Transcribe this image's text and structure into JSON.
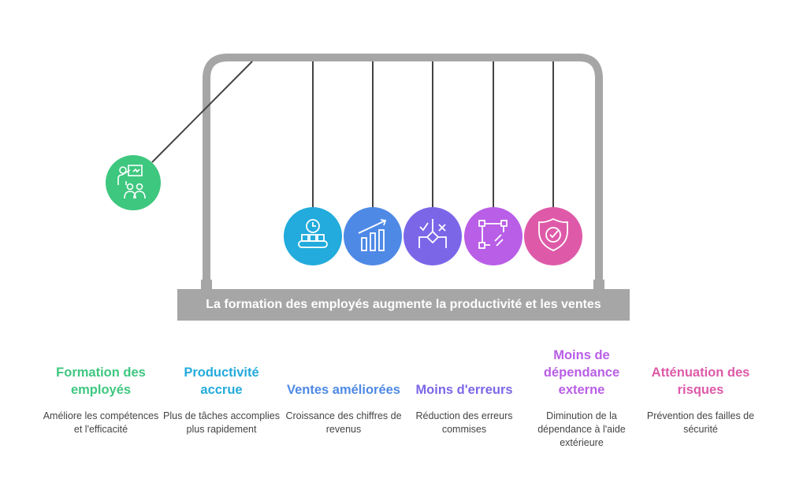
{
  "title": "La formation des employés augmente la productivité et les ventes",
  "items": [
    {
      "heading": "Formation des employés",
      "description": "Améliore les compétences et l'efficacité",
      "color": "#3ec77f",
      "icon": "presentation-icon"
    },
    {
      "heading": "Productivité accrue",
      "description": "Plus de tâches accomplies plus rapidement",
      "color": "#22abdc",
      "icon": "conveyor-clock-icon"
    },
    {
      "heading": "Ventes améliorées",
      "description": "Croissance des chiffres de revenus",
      "color": "#4e89e6",
      "icon": "bar-chart-growth-icon"
    },
    {
      "heading": "Moins d'erreurs",
      "description": "Réduction des erreurs commises",
      "color": "#7c66e8",
      "icon": "decision-check-x-icon"
    },
    {
      "heading": "Moins de dépendance externe",
      "description": "Diminution de la dépendance à l'aide extérieure",
      "color": "#b95ee6",
      "icon": "link-nodes-icon"
    },
    {
      "heading": "Atténuation des risques",
      "description": "Prévention des failles de sécurité",
      "color": "#de5aa8",
      "icon": "shield-check-icon"
    }
  ]
}
